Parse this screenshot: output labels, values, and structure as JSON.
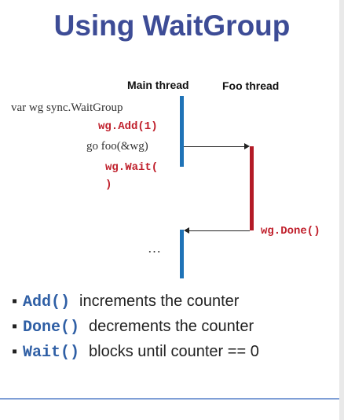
{
  "slide": {
    "title": "Using WaitGroup",
    "headers": {
      "main_thread": "Main thread",
      "foo_thread": "Foo thread"
    },
    "code": {
      "declaration": "var wg sync.WaitGroup",
      "add_call": "wg.Add(1)",
      "go_call": "go foo(&wg)",
      "wait_call_line1": "wg.Wait(",
      "wait_call_line2": ")",
      "ellipsis": "…",
      "done_call": "wg.Done()"
    },
    "bullets": [
      {
        "marker": "▪",
        "method": "Add()",
        "text": "increments the counter"
      },
      {
        "marker": "▪",
        "method": "Done()",
        "text": "decrements the counter"
      },
      {
        "marker": "▪",
        "method": "Wait()",
        "text": "blocks until counter == 0"
      }
    ],
    "colors": {
      "title": "#3d4c96",
      "main_thread_bar": "#1f73b7",
      "foo_thread_bar": "#b31b26",
      "code_red": "#c0202c",
      "method_blue": "#2f5fa5"
    }
  }
}
